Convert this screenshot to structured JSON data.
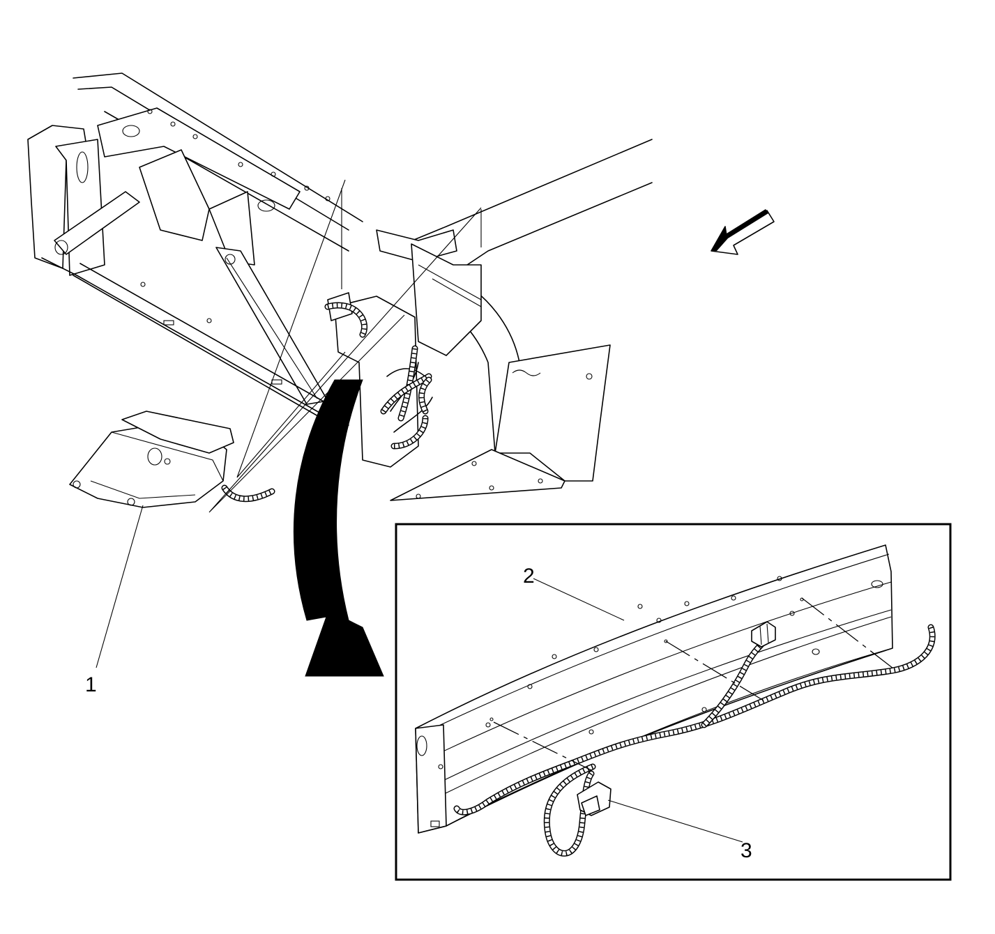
{
  "callouts": {
    "item_1": "1",
    "item_2": "2",
    "item_3": "3"
  },
  "colors": {
    "ink": "#000000",
    "paper": "#ffffff"
  }
}
